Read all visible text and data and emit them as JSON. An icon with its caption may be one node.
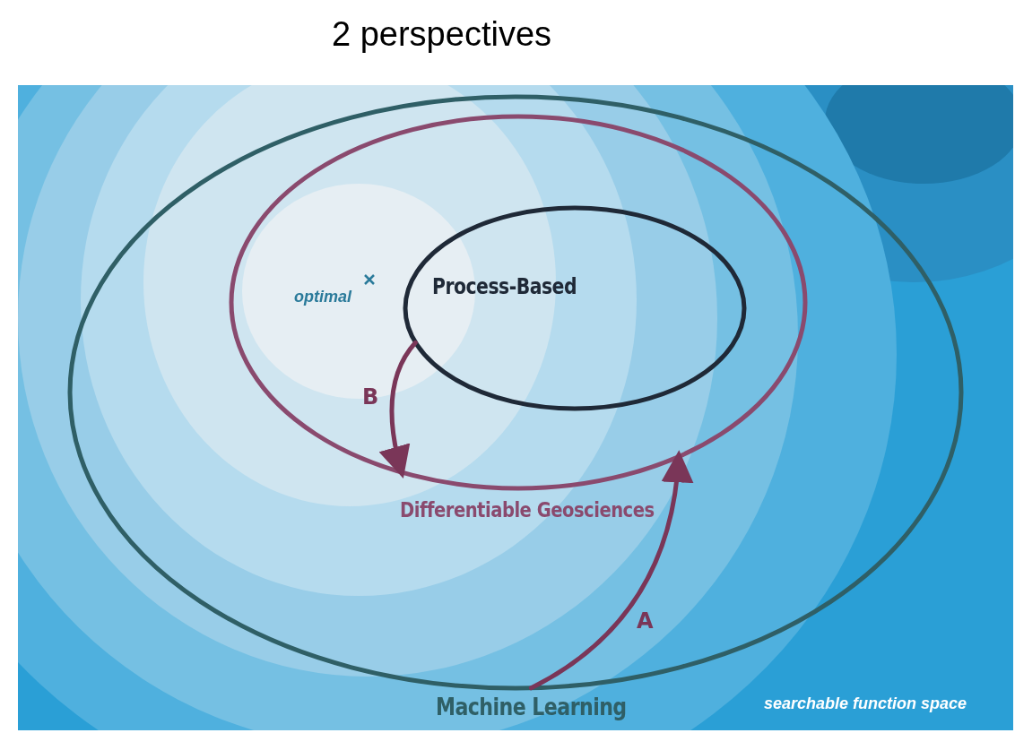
{
  "diagram": {
    "title": "2 perspectives",
    "nodes": [
      {
        "text": [
          "Machine Learning"
        ]
      },
      {
        "text": [
          "Differentiable Geosciences"
        ],
        "in": 0
      },
      {
        "text": [
          "Process-Based"
        ],
        "in": 1
      }
    ],
    "edges": [
      {
        "from": 0,
        "to": 1,
        "arrow": "to",
        "label": "A"
      },
      {
        "from": 2,
        "to": 1,
        "arrow": "to",
        "label": "B"
      }
    ],
    "labels": [
      "optimal",
      "searchable function space"
    ]
  }
}
